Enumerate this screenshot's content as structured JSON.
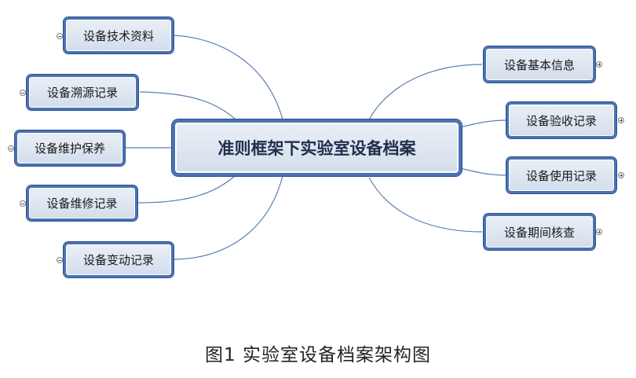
{
  "center": {
    "label": "准则框架下实验室设备档案"
  },
  "left_nodes": [
    {
      "label": "设备技术资料"
    },
    {
      "label": "设备溯源记录"
    },
    {
      "label": "设备维护保养"
    },
    {
      "label": "设备维修记录"
    },
    {
      "label": "设备变动记录"
    }
  ],
  "right_nodes": [
    {
      "label": "设备基本信息"
    },
    {
      "label": "设备验收记录"
    },
    {
      "label": "设备使用记录"
    },
    {
      "label": "设备期间核查"
    }
  ],
  "caption": "图1  实验室设备档案架构图",
  "colors": {
    "border": "#4a72b2",
    "connector": "#5b7fb3",
    "fill": "#dbe4ef"
  }
}
